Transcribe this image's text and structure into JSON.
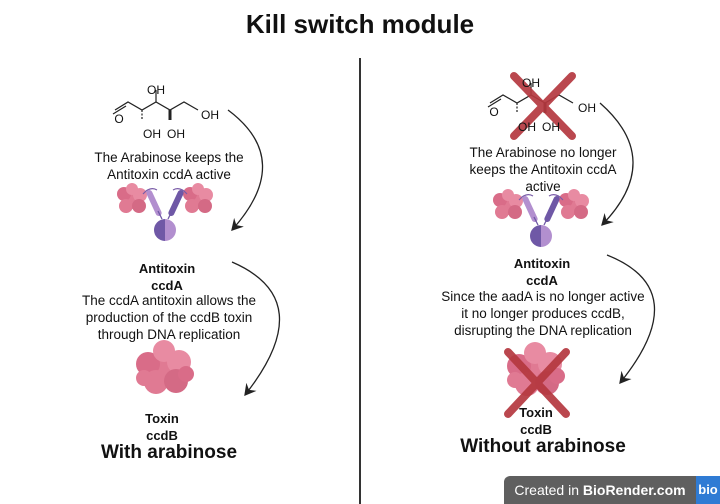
{
  "title": "Kill switch module",
  "left": {
    "molecule_labels": [
      "OH",
      "O",
      "OH",
      "OH",
      "OH"
    ],
    "arabinose_text": [
      "The Arabinose keeps the",
      "Antitoxin ccdA active"
    ],
    "antitoxin_label": [
      "Antitoxin",
      "ccdA"
    ],
    "description": [
      "The ccdA antitoxin allows the",
      "production of the ccdB toxin",
      "through DNA replication"
    ],
    "toxin_label": [
      "Toxin",
      "ccdB"
    ],
    "caption": "With arabinose"
  },
  "right": {
    "molecule_labels": [
      "OH",
      "O",
      "OH",
      "OH",
      "OH"
    ],
    "arabinose_text": [
      "The Arabinose no longer",
      "keeps the Antitoxin ccdA",
      "active"
    ],
    "antitoxin_label": [
      "Antitoxin",
      "ccdA"
    ],
    "description": [
      "Since the aadA is no longer active",
      "it no longer produces ccdB,",
      "disrupting the DNA replication"
    ],
    "toxin_label": [
      "Toxin",
      "ccdB"
    ],
    "caption": "Without arabinose"
  },
  "badge": {
    "text_prefix": "Created in ",
    "text_brand": "BioRender.com",
    "logo": "bio"
  },
  "colors": {
    "protein_pink": "#e07a93",
    "antibody_purple": "#8a6bb0",
    "cross_red": "#b5383f",
    "badge_grey": "#5f5f5f",
    "badge_blue": "#2f7bd4"
  }
}
